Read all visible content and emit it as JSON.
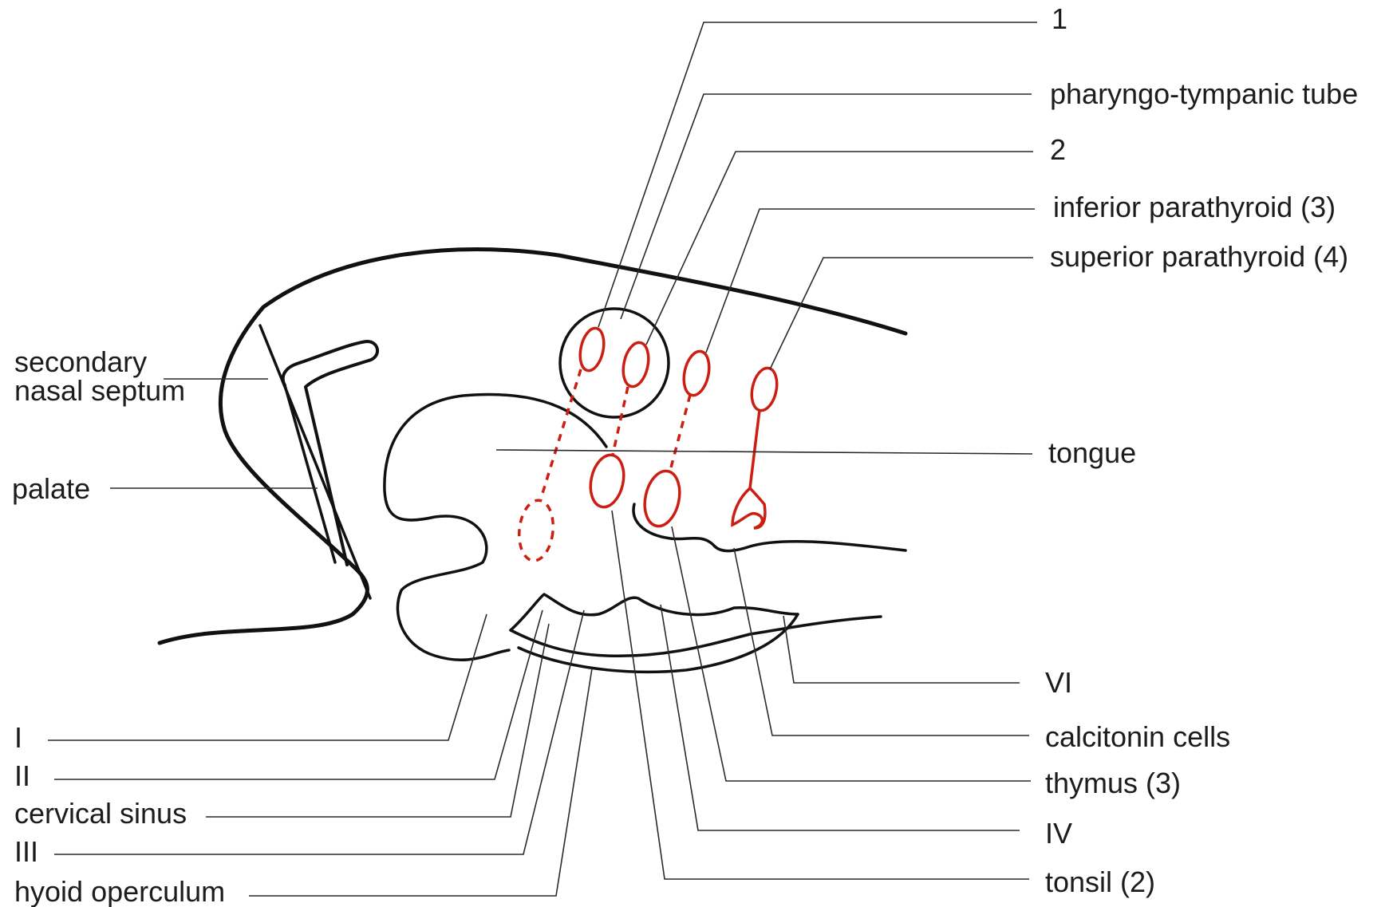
{
  "labels": {
    "right": {
      "l1": "1",
      "pharyngo_tympanic_tube": "pharyngo-tympanic tube",
      "l2": "2",
      "inferior_parathyroid": "inferior parathyroid (3)",
      "superior_parathyroid": "superior parathyroid (4)",
      "tongue": "tongue",
      "vi": "VI",
      "calcitonin_cells": "calcitonin cells",
      "thymus": "thymus (3)",
      "iv": "IV",
      "tonsil": "tonsil (2)"
    },
    "left": {
      "secondary": "secondary",
      "nasal_septum": "nasal septum",
      "palate": "palate",
      "i": "I",
      "ii": "II",
      "cervical_sinus": "cervical sinus",
      "iii": "III",
      "hyoid_operculum": "hyoid operculum"
    }
  },
  "colors": {
    "outline": "#111111",
    "leader_line": "#2a2a2a",
    "derivative_red": "#cc1f14",
    "background": "#ffffff"
  }
}
